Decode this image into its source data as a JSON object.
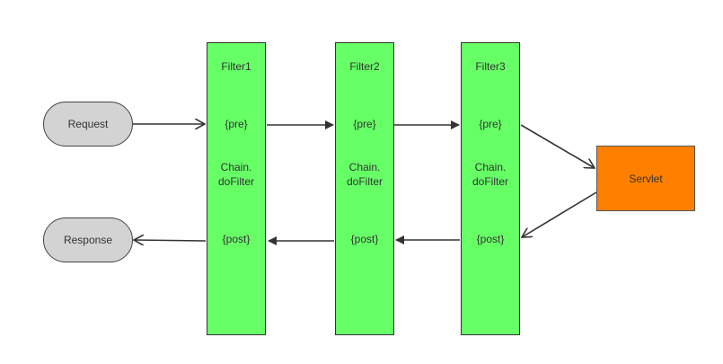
{
  "request": {
    "label": "Request"
  },
  "response": {
    "label": "Response"
  },
  "servlet": {
    "label": "Servlet"
  },
  "filters": [
    {
      "title": "Filter1",
      "pre": "{pre}",
      "chain1": "Chain.",
      "chain2": "doFilter",
      "post": "{post}"
    },
    {
      "title": "Filter2",
      "pre": "{pre}",
      "chain1": "Chain.",
      "chain2": "doFilter",
      "post": "{post}"
    },
    {
      "title": "Filter3",
      "pre": "{pre}",
      "chain1": "Chain.",
      "chain2": "doFilter",
      "post": "{post}"
    }
  ],
  "colors": {
    "filter": "#66ff66",
    "servlet": "#ff8000",
    "pill": "#d3d3d3",
    "arrow": "#333333"
  }
}
